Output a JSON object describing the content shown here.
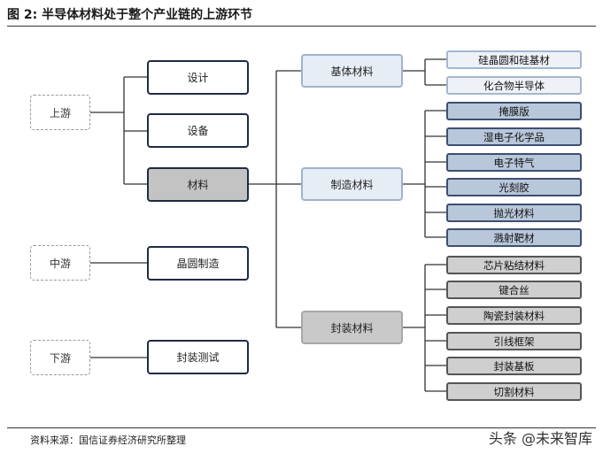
{
  "figure": {
    "title": "图 2:  半导体材料处于整个产业链的上游环节",
    "source": "资料来源：国信证券经济研究所整理",
    "watermark": "头条 @未来智库"
  },
  "stages": {
    "upstream": "上游",
    "midstream": "中游",
    "downstream": "下游"
  },
  "segments": {
    "design": "设计",
    "equipment": "设备",
    "materials": "材料",
    "wafer_manufacturing": "晶圆制造",
    "packaging_testing": "封装测试"
  },
  "material_groups": {
    "substrate": "基体材料",
    "manufacturing": "制造材料",
    "packaging": "封装材料"
  },
  "substrate_items": [
    "硅晶圆和硅基材",
    "化合物半导体"
  ],
  "manufacturing_items": [
    "掩膜版",
    "湿电子化学品",
    "电子特气",
    "光刻胶",
    "抛光材料",
    "溅射靶材"
  ],
  "packaging_items": [
    "芯片粘结材料",
    "键合丝",
    "陶瓷封装材料",
    "引线框架",
    "封装基板",
    "切割材料"
  ],
  "colors": {
    "navy_border": "#1f2b45",
    "blue_fill": "#b8c7da",
    "pale_fill": "#eef2f8",
    "gray_fill": "#c3c3c3"
  }
}
